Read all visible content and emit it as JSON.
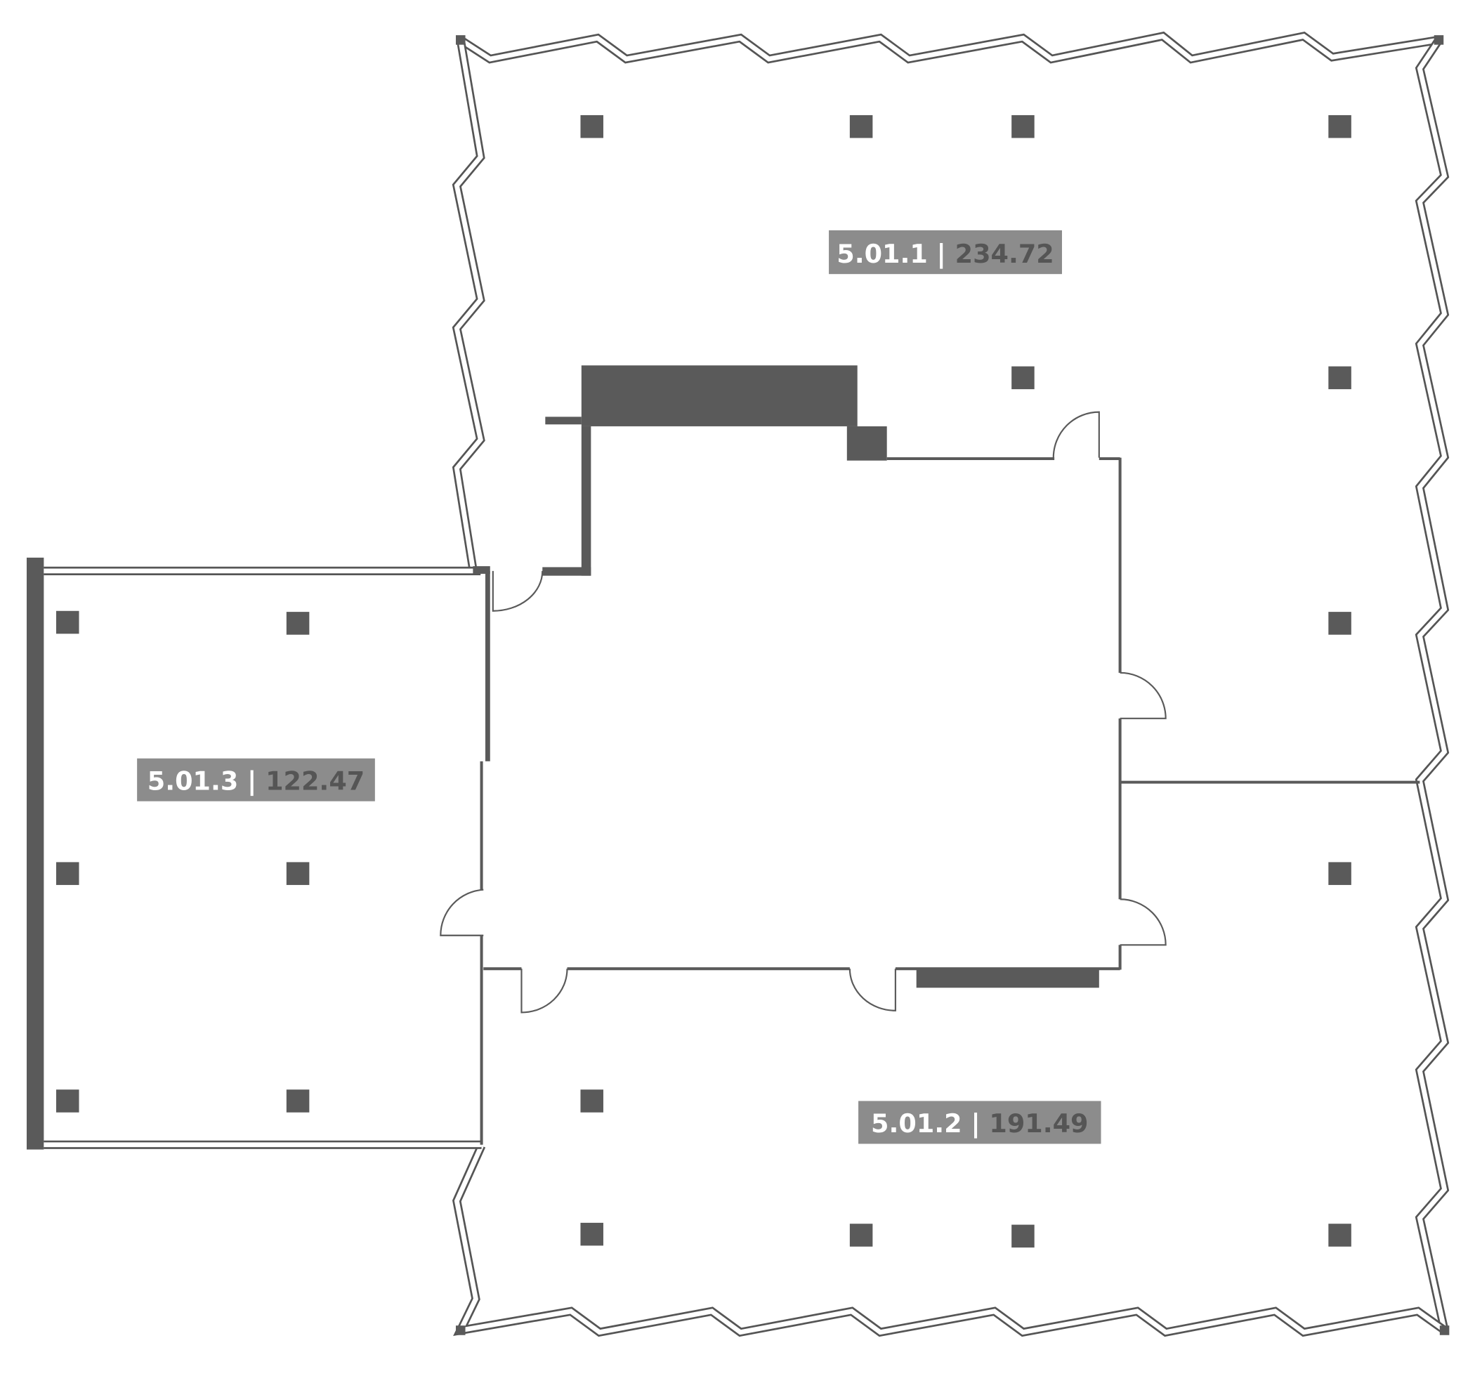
{
  "floor_plan": {
    "units": [
      {
        "id": "5.01.1",
        "separator": " | ",
        "area": "234.72"
      },
      {
        "id": "5.01.3",
        "separator": " | ",
        "area": "122.47"
      },
      {
        "id": "5.01.2",
        "separator": " | ",
        "area": "191.49"
      }
    ],
    "colors": {
      "wall": "#5a5a5a",
      "label_bg": "#8c8c8c",
      "label_id": "#ffffff",
      "label_area": "#555555"
    }
  }
}
